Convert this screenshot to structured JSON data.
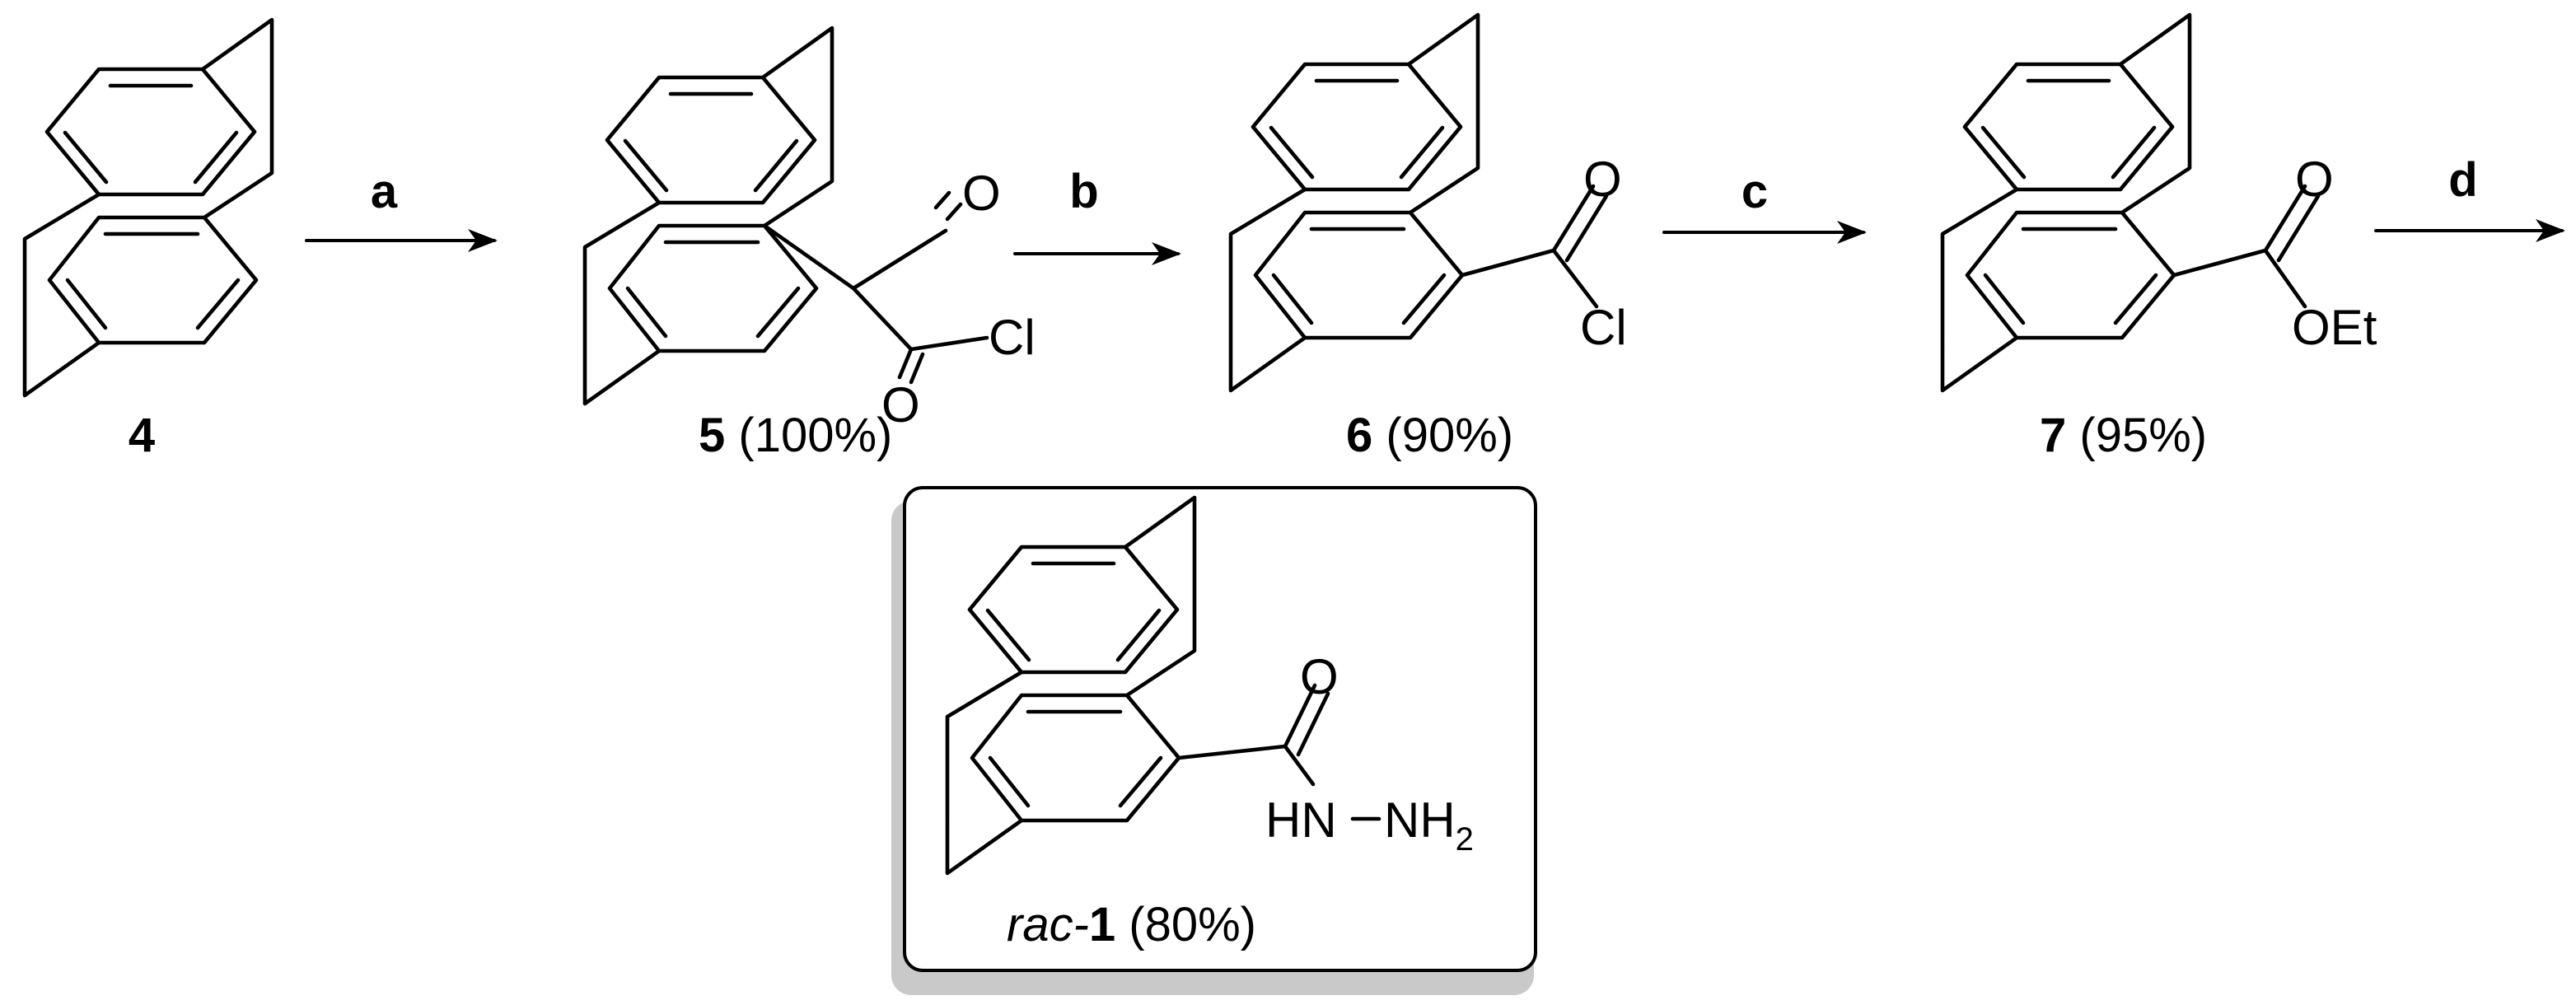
{
  "compounds": [
    {
      "id": "4",
      "yield": ""
    },
    {
      "id": "5",
      "yield": "(100%)"
    },
    {
      "id": "6",
      "yield": "(90%)"
    },
    {
      "id": "7",
      "yield": "(95%)"
    }
  ],
  "product": {
    "prefix": "rac-",
    "id": "1",
    "yield": "(80%)"
  },
  "arrows": [
    "a",
    "b",
    "c",
    "d"
  ],
  "atoms": {
    "oxygen": "O",
    "chlorine": "Cl",
    "ethoxy": "OEt",
    "hydrazide_nh": "HN",
    "hydrazide_nh2": "NH",
    "nh2_subscript": "2"
  }
}
